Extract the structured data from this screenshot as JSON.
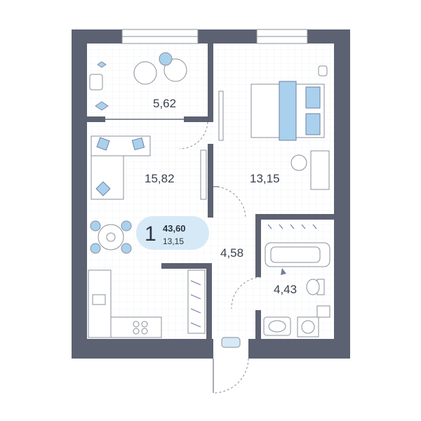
{
  "plan": {
    "rooms": [
      {
        "id": "balcony",
        "area": "5,62"
      },
      {
        "id": "living-room",
        "area": "15,82"
      },
      {
        "id": "bedroom",
        "area": "13,15"
      },
      {
        "id": "hallway",
        "area": "4,58"
      },
      {
        "id": "bathroom",
        "area": "4,43"
      }
    ],
    "badge": {
      "rooms": "1",
      "total_area": "43,60",
      "living_area": "13,15"
    }
  },
  "colors": {
    "wall": "#5d6272",
    "floor": "#ffffff",
    "grid": "#eef0f3",
    "accent": "#a9d1ee",
    "badge_bg": "#d6e9f7",
    "line": "#8a8f9a"
  }
}
